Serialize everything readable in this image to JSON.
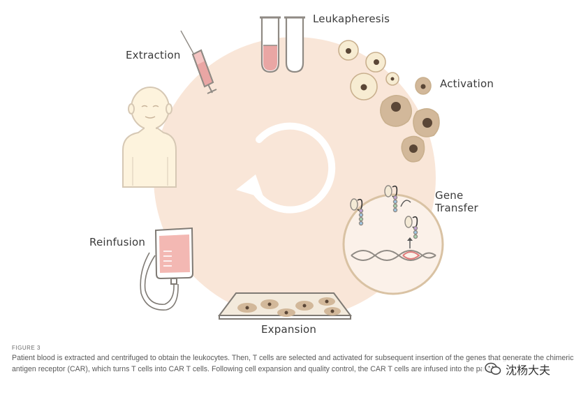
{
  "diagram": {
    "labels": {
      "leukapheresis": "Leukapheresis",
      "extraction": "Extraction",
      "activation": "Activation",
      "gene_transfer": "Gene Transfer",
      "reinfusion": "Reinfusion",
      "expansion": "Expansion"
    }
  },
  "caption": {
    "figure_number": "FIGURE 3",
    "text": "Patient blood is extracted and centrifuged to obtain the leukocytes. Then, T cells are selected and activated for subsequent insertion of the genes that generate the chimeric antigen receptor (CAR), which turns T cells into CAR T cells. Following cell expansion and quality control, the CAR T cells are infused into the patient."
  },
  "watermark": {
    "text": "沈杨大夫"
  },
  "colors": {
    "background_circle": "#f9e6d8",
    "outline": "#9a948c",
    "blood": "#e9a6a4",
    "cell_fill": "#f7ecd2",
    "cell_dark": "#d2b89a",
    "nucleus": "#5a4636",
    "arrow": "#ffffff"
  }
}
